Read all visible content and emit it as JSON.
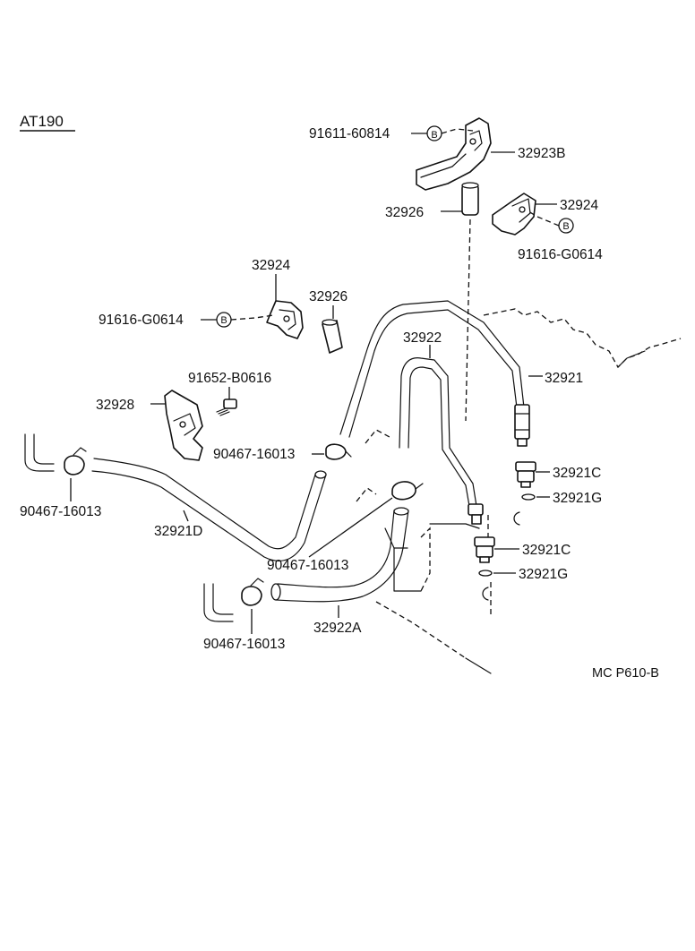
{
  "model": "AT190",
  "ref_code": "MC P610-B",
  "circle_marker": "B",
  "parts": {
    "bolt_91611": "91611-60814",
    "bracket_32923b": "32923B",
    "hose_32926_top": "32926",
    "clamp_32924_right": "32924",
    "bolt_91616_right": "91616-G0614",
    "clamp_32924_left": "32924",
    "hose_32926_left": "32926",
    "bolt_91616_left": "91616-G0614",
    "tube_32922": "32922",
    "tube_32921": "32921",
    "bolt_91652": "91652-B0616",
    "clamp_32928": "32928",
    "hose_clamp_mid": "90467-16013",
    "hose_clamp_left": "90467-16013",
    "hose_32921d": "32921D",
    "union_32921c_top": "32921C",
    "gasket_32921g_top": "32921G",
    "hose_clamp_center": "90467-16013",
    "union_32921c_bottom": "32921C",
    "gasket_32921g_bottom": "32921G",
    "hose_clamp_bottom": "90467-16013",
    "hose_32922a": "32922A"
  }
}
